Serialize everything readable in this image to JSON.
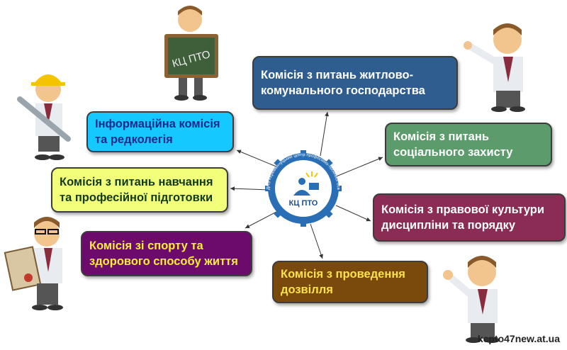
{
  "logo": {
    "text": "КЦ ПТО",
    "ring_text": "ДНЗ «Кременчуцький центр професійно-технічної освіти»"
  },
  "board": {
    "text": "КЦ ПТО"
  },
  "commissions": {
    "housing": [
      "Комісія з питань житлово-",
      "комунального господарства"
    ],
    "social": [
      "Комісія з питань",
      "соціального захисту"
    ],
    "legal": [
      "Комісія з правової культури",
      "дисципліни та порядку"
    ],
    "leisure": [
      "Комісія з проведення",
      "дозвілля"
    ],
    "info": [
      "Інформаційна комісія",
      "та редколегія"
    ],
    "study": [
      "Комісія з питань навчання",
      "та професійної підготовки"
    ],
    "sport": [
      "Комісія зі спорту та",
      "здорового способу життя"
    ]
  },
  "watermark": "kcpto47new.at.ua",
  "colors": {
    "housing": "#2f5d8f",
    "social": "#5c9b6b",
    "legal": "#8b2c55",
    "leisure": "#7a4a0c",
    "info": "#15c8ff",
    "study": "#f2ff7a",
    "sport": "#6d0b6d",
    "logo": "#2a6fb5"
  }
}
